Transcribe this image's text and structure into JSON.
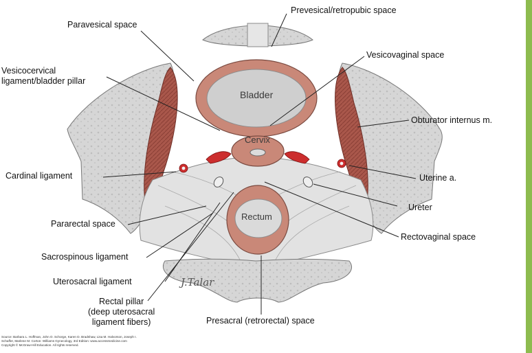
{
  "colors": {
    "page_border": "#8dbb4f",
    "bone": "#d4d4d4",
    "ligament": "#dadada",
    "muscle": "#a9574b",
    "organ_wall": "#c98878",
    "lumen": "#cfcfcf",
    "artery": "#cc2e2e"
  },
  "organs": {
    "bladder": "Bladder",
    "cervix": "Cervix",
    "rectum": "Rectum"
  },
  "labels": {
    "prevesical": "Prevesical/retropubic space",
    "paravesical": "Paravesical space",
    "vesicovaginal": "Vesicovaginal space",
    "vesicocervical": "Vesicocervical\nligament/bladder pillar",
    "obturator": "Obturator internus m.",
    "cardinal": "Cardinal ligament",
    "uterine": "Uterine a.",
    "ureter": "Ureter",
    "pararectal": "Pararectal space",
    "rectovaginal": "Rectovaginal space",
    "sacrospinous": "Sacrospinous ligament",
    "uterosacral": "Uterosacral ligament",
    "rectal_pillar": "Rectal pillar\n(deep uterosacral\nligament fibers)",
    "presacral": "Presacral (retrorectal) space"
  },
  "signature": "J.Talar",
  "credit": "Source: Barbara L. Hoffman, John O. Schorge, Karen D. Bradshaw, Lisa M. Halvorson, Joseph I.\nSchaffer, Marlene M. Corton: Williams Gynecology, 3rd Edition: www.accessmedicine.com\nCopyright © McGraw-Hill Education. All rights reserved."
}
